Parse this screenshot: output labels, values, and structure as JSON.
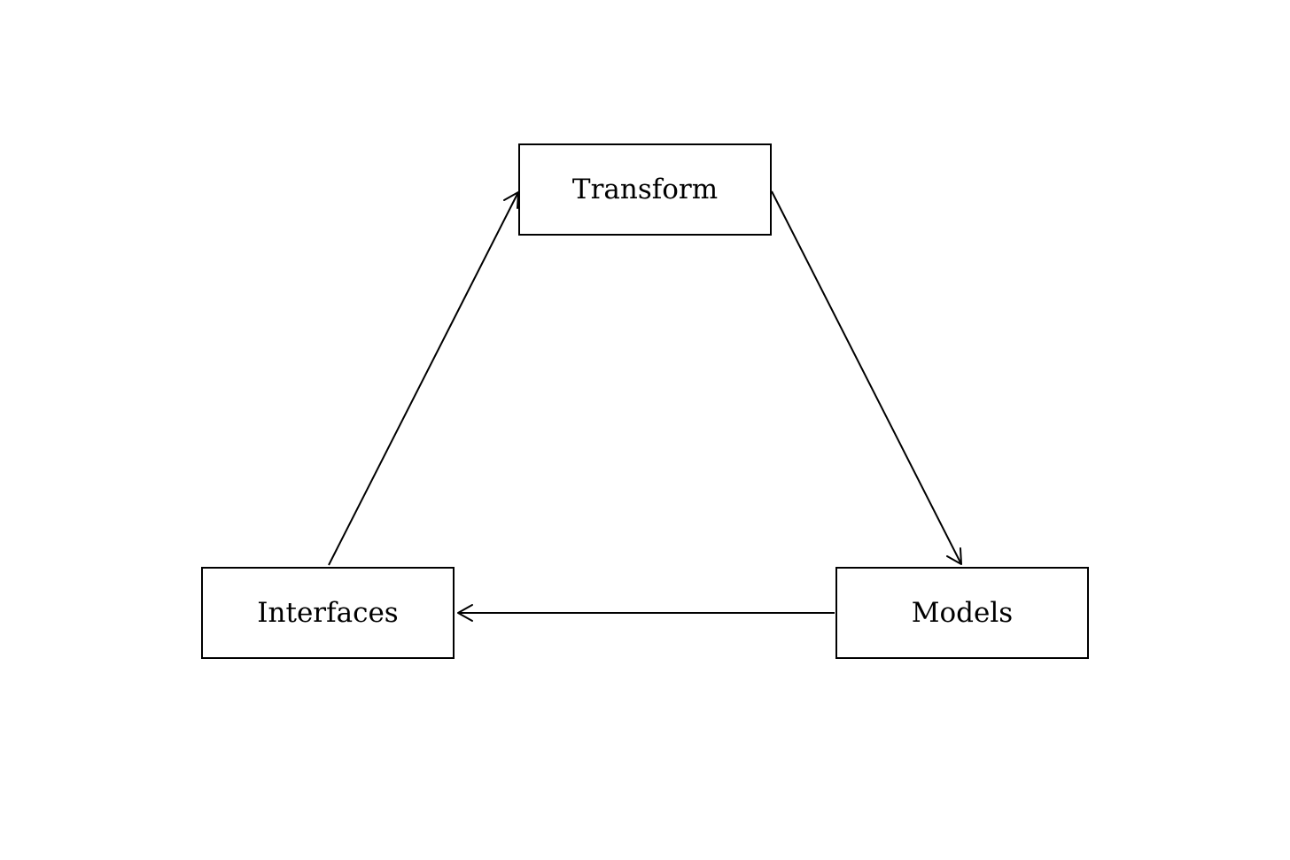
{
  "diagram": {
    "nodes": {
      "transform": {
        "label": "Transform"
      },
      "interfaces": {
        "label": "Interfaces"
      },
      "models": {
        "label": "Models"
      }
    },
    "edges": [
      {
        "from": "interfaces",
        "to": "transform"
      },
      {
        "from": "transform",
        "to": "models"
      },
      {
        "from": "models",
        "to": "interfaces"
      }
    ]
  },
  "colors": {
    "stroke": "#000000",
    "background": "#ffffff"
  }
}
